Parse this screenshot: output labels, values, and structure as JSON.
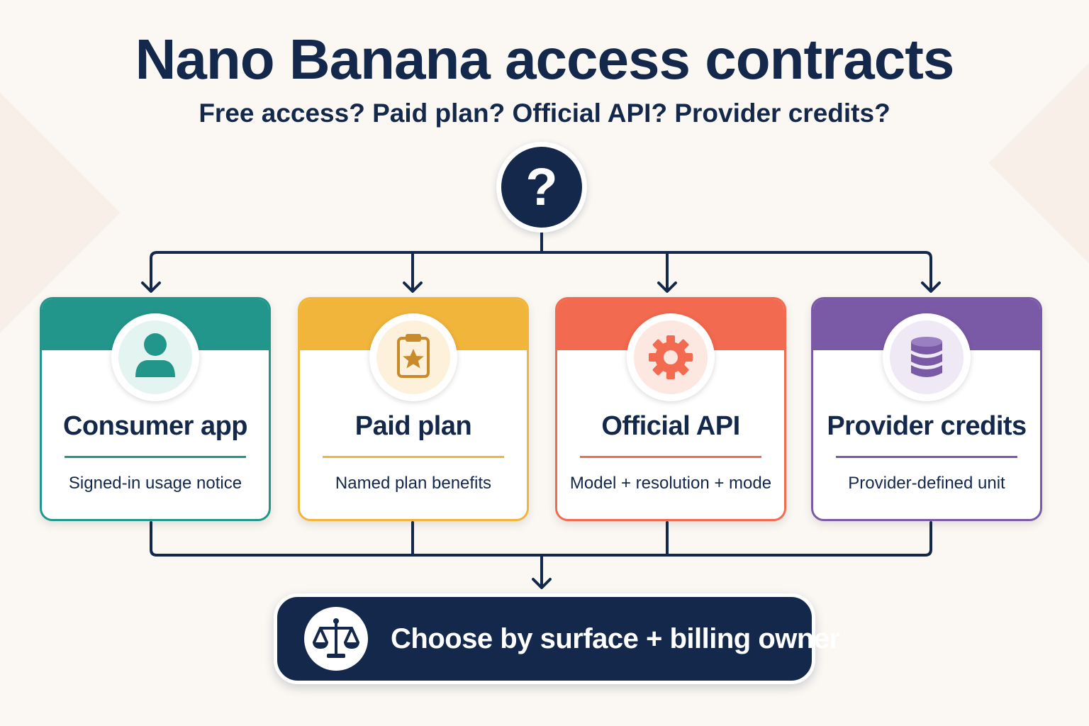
{
  "title": "Nano Banana access contracts",
  "subtitle": "Free access? Paid plan? Official API? Provider credits?",
  "decision_symbol": "?",
  "colors": {
    "navy": "#13284a",
    "consumer": "#23968b",
    "paid": "#f2b53c",
    "api": "#f26a4f",
    "provider": "#7a5aa6"
  },
  "cards": [
    {
      "title": "Consumer app",
      "description": "Signed-in usage notice",
      "icon": "user-icon",
      "color": "#23968b",
      "tint": "#e4f4f1"
    },
    {
      "title": "Paid plan",
      "description": "Named plan benefits",
      "icon": "clipboard-star-icon",
      "color": "#f2b53c",
      "tint": "#fdf1dc"
    },
    {
      "title": "Official API",
      "description": "Model + resolution + mode",
      "icon": "gear-icon",
      "color": "#f26a4f",
      "tint": "#fde7e1"
    },
    {
      "title": "Provider credits",
      "description": "Provider-defined unit",
      "icon": "database-icon",
      "color": "#7a5aa6",
      "tint": "#efe9f6"
    }
  ],
  "result": {
    "label": "Choose by surface + billing owner",
    "icon": "scales-icon"
  }
}
